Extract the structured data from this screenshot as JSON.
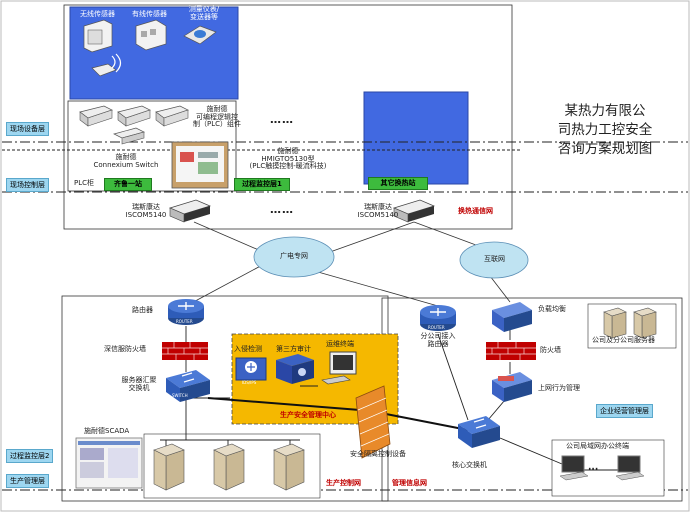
{
  "title": {
    "line1": "某热力有限公",
    "line2": "司热力工控安全",
    "line3": "咨询方案规划图"
  },
  "layers": {
    "field_device": "现场设备层",
    "field_control": "现场控制层",
    "process_monitor2": "过程监控层2",
    "production_mgmt": "生产管理层",
    "enterprise": "企业经营管理层"
  },
  "sensors": {
    "wireless": "无线传感器",
    "wired": "有线传感器",
    "meter_l1": "测量仪表/",
    "meter_l2": "变送器等"
  },
  "plc": {
    "label_l1": "施耐德",
    "label_l2": "可编程逻辑控",
    "label_l3": "制（PLC）组件",
    "cabinet": "PLC柜",
    "switch_l1": "施耐德",
    "switch_l2": "Connexium Switch"
  },
  "hmi": {
    "l1": "施耐德",
    "l2": "HMIGTO5130型",
    "l3": "(PLC触摸控制-暖流科技)"
  },
  "stations": {
    "qilu": "齐鲁一站",
    "process1": "过程监控层1",
    "other": "其它换热站"
  },
  "network": {
    "heat_net": "换热通信网",
    "ruisi_left_l1": "瑞斯康达",
    "ruisi_left_l2": "ISCOM5140",
    "ruisi_right_l1": "瑞斯康达",
    "ruisi_right_l2": "ISCOM5140",
    "radio_net": "广电专网",
    "internet": "互联网"
  },
  "production": {
    "router": "路由器",
    "firewall": "深信服防火墙",
    "server_switch_l1": "服务器汇聚",
    "server_switch_l2": "交换机",
    "ids": "入侵检测",
    "audit": "第三方审计",
    "ops": "运维终端",
    "safety_center": "生产安全管理中心",
    "scada": "施耐德SCADA",
    "ids_tag": "IDS/IPS",
    "router_tag": "ROUTER",
    "switch_tag": "SWITCH",
    "zone": "生产控制网"
  },
  "isolation": "安全隔离控制设备",
  "management": {
    "branch_router_l1": "分公司接入",
    "branch_router_l2": "路由器",
    "load_balance": "负载均衡",
    "firewall": "防火墙",
    "behavior": "上网行为管理",
    "core_switch": "核心交换机",
    "servers": "公司及分公司服务器",
    "office": "公司局域网办公终端",
    "zone": "管理信息网",
    "router_tag": "ROUTER"
  },
  "ellipsis": "……"
}
